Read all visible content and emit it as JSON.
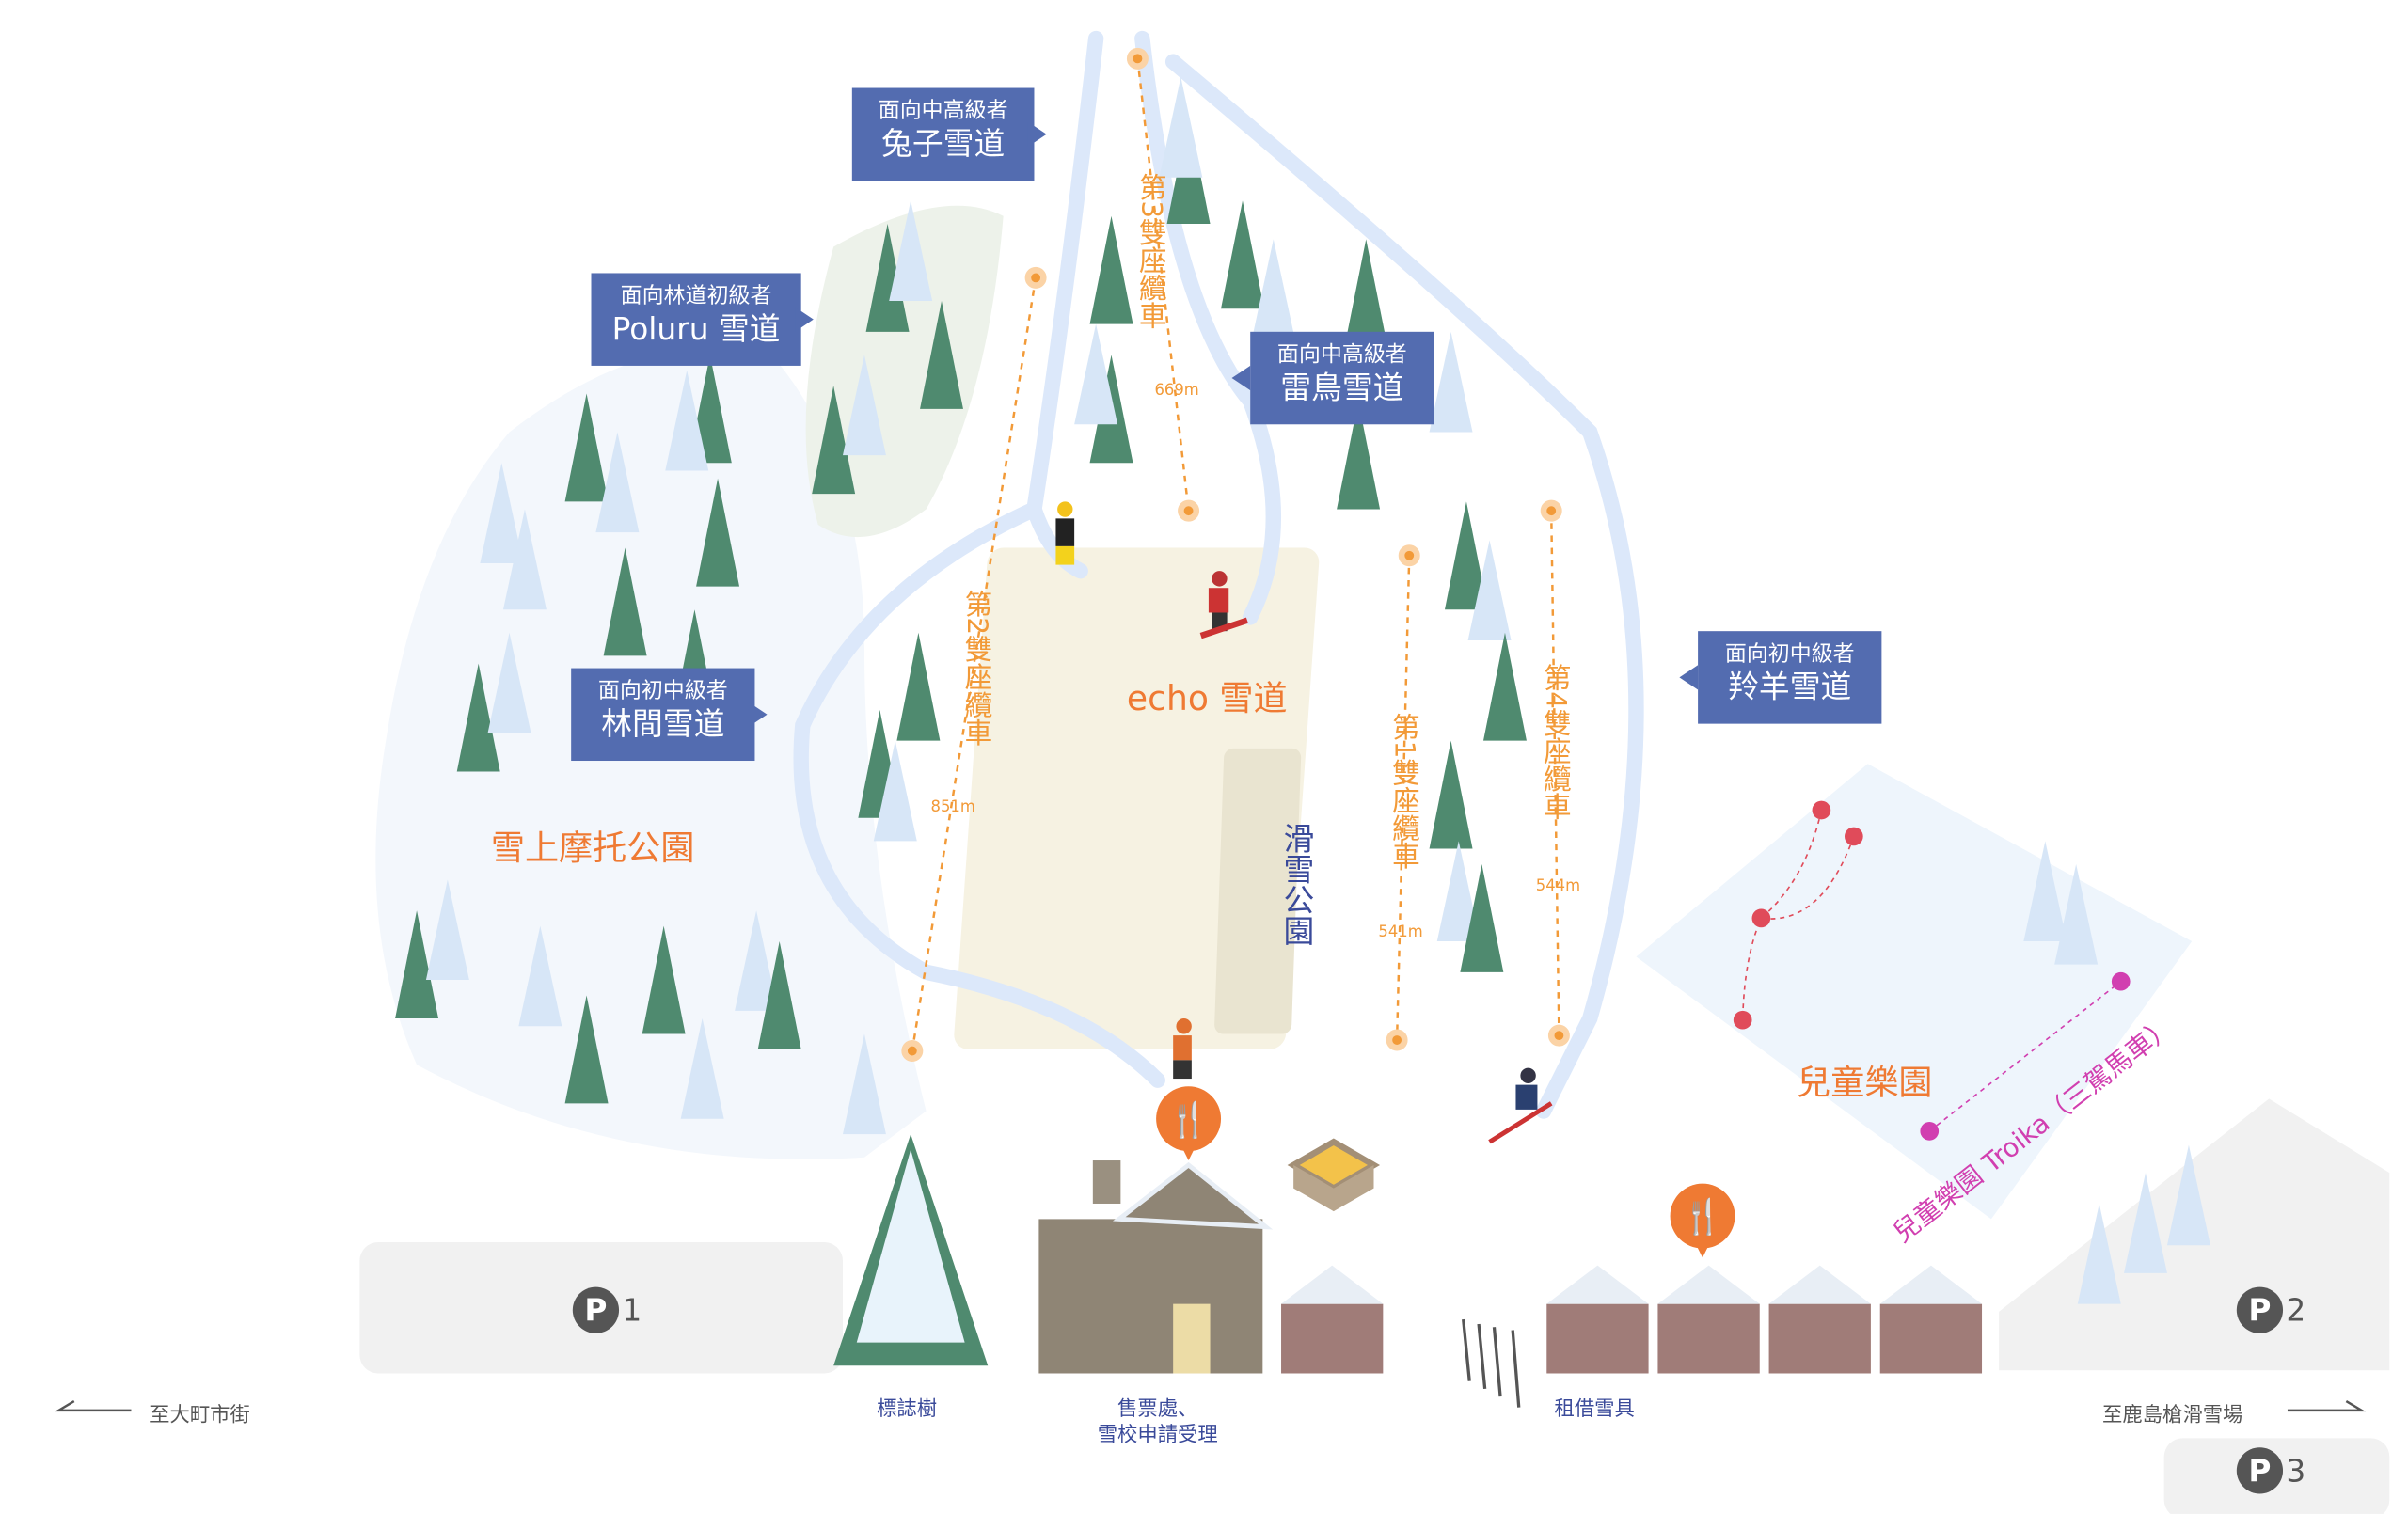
{
  "trails": [
    {
      "level": "面向中高級者",
      "name": "兔子雪道"
    },
    {
      "level": "面向林道初級者",
      "name": "Poluru 雪道"
    },
    {
      "level": "面向中高級者",
      "name": "雷鳥雪道"
    },
    {
      "level": "面向初中級者",
      "name": "林間雪道"
    },
    {
      "level": "面向初中級者",
      "name": "羚羊雪道"
    }
  ],
  "lifts": [
    {
      "name": "第3雙座纜車",
      "length": "669m"
    },
    {
      "name": "第2雙座纜車",
      "length": "851m"
    },
    {
      "name": "第1雙座纜車",
      "length": "541m"
    },
    {
      "name": "第4雙座纜車",
      "length": "544m"
    }
  ],
  "areas": {
    "echo": "echo 雪道",
    "snow_park": "滑雪公園",
    "snowmobile": "雪上摩托公園",
    "kids": "兒童樂園",
    "troika": "兒童樂園 Troika（三駕馬車）"
  },
  "facilities": {
    "landmark_tree": "標誌樹",
    "ticket_line1": "售票處、",
    "ticket_line2": "雪校申請受理",
    "rental": "租借雪具"
  },
  "roads": {
    "left": "至大町市街",
    "right": "至鹿島槍滑雪場"
  },
  "parking": [
    {
      "label": "P",
      "num": "1"
    },
    {
      "label": "P",
      "num": "2"
    },
    {
      "label": "P",
      "num": "3"
    }
  ],
  "icons": [
    "restaurant-icon",
    "restaurant-icon",
    "bonfire-icon",
    "parking-icon"
  ],
  "colors": {
    "sign": "#536cb0",
    "lift": "#f29a38",
    "area": "#ef7a33",
    "troika": "#d13fb0",
    "tree": "#4f8a6f"
  }
}
